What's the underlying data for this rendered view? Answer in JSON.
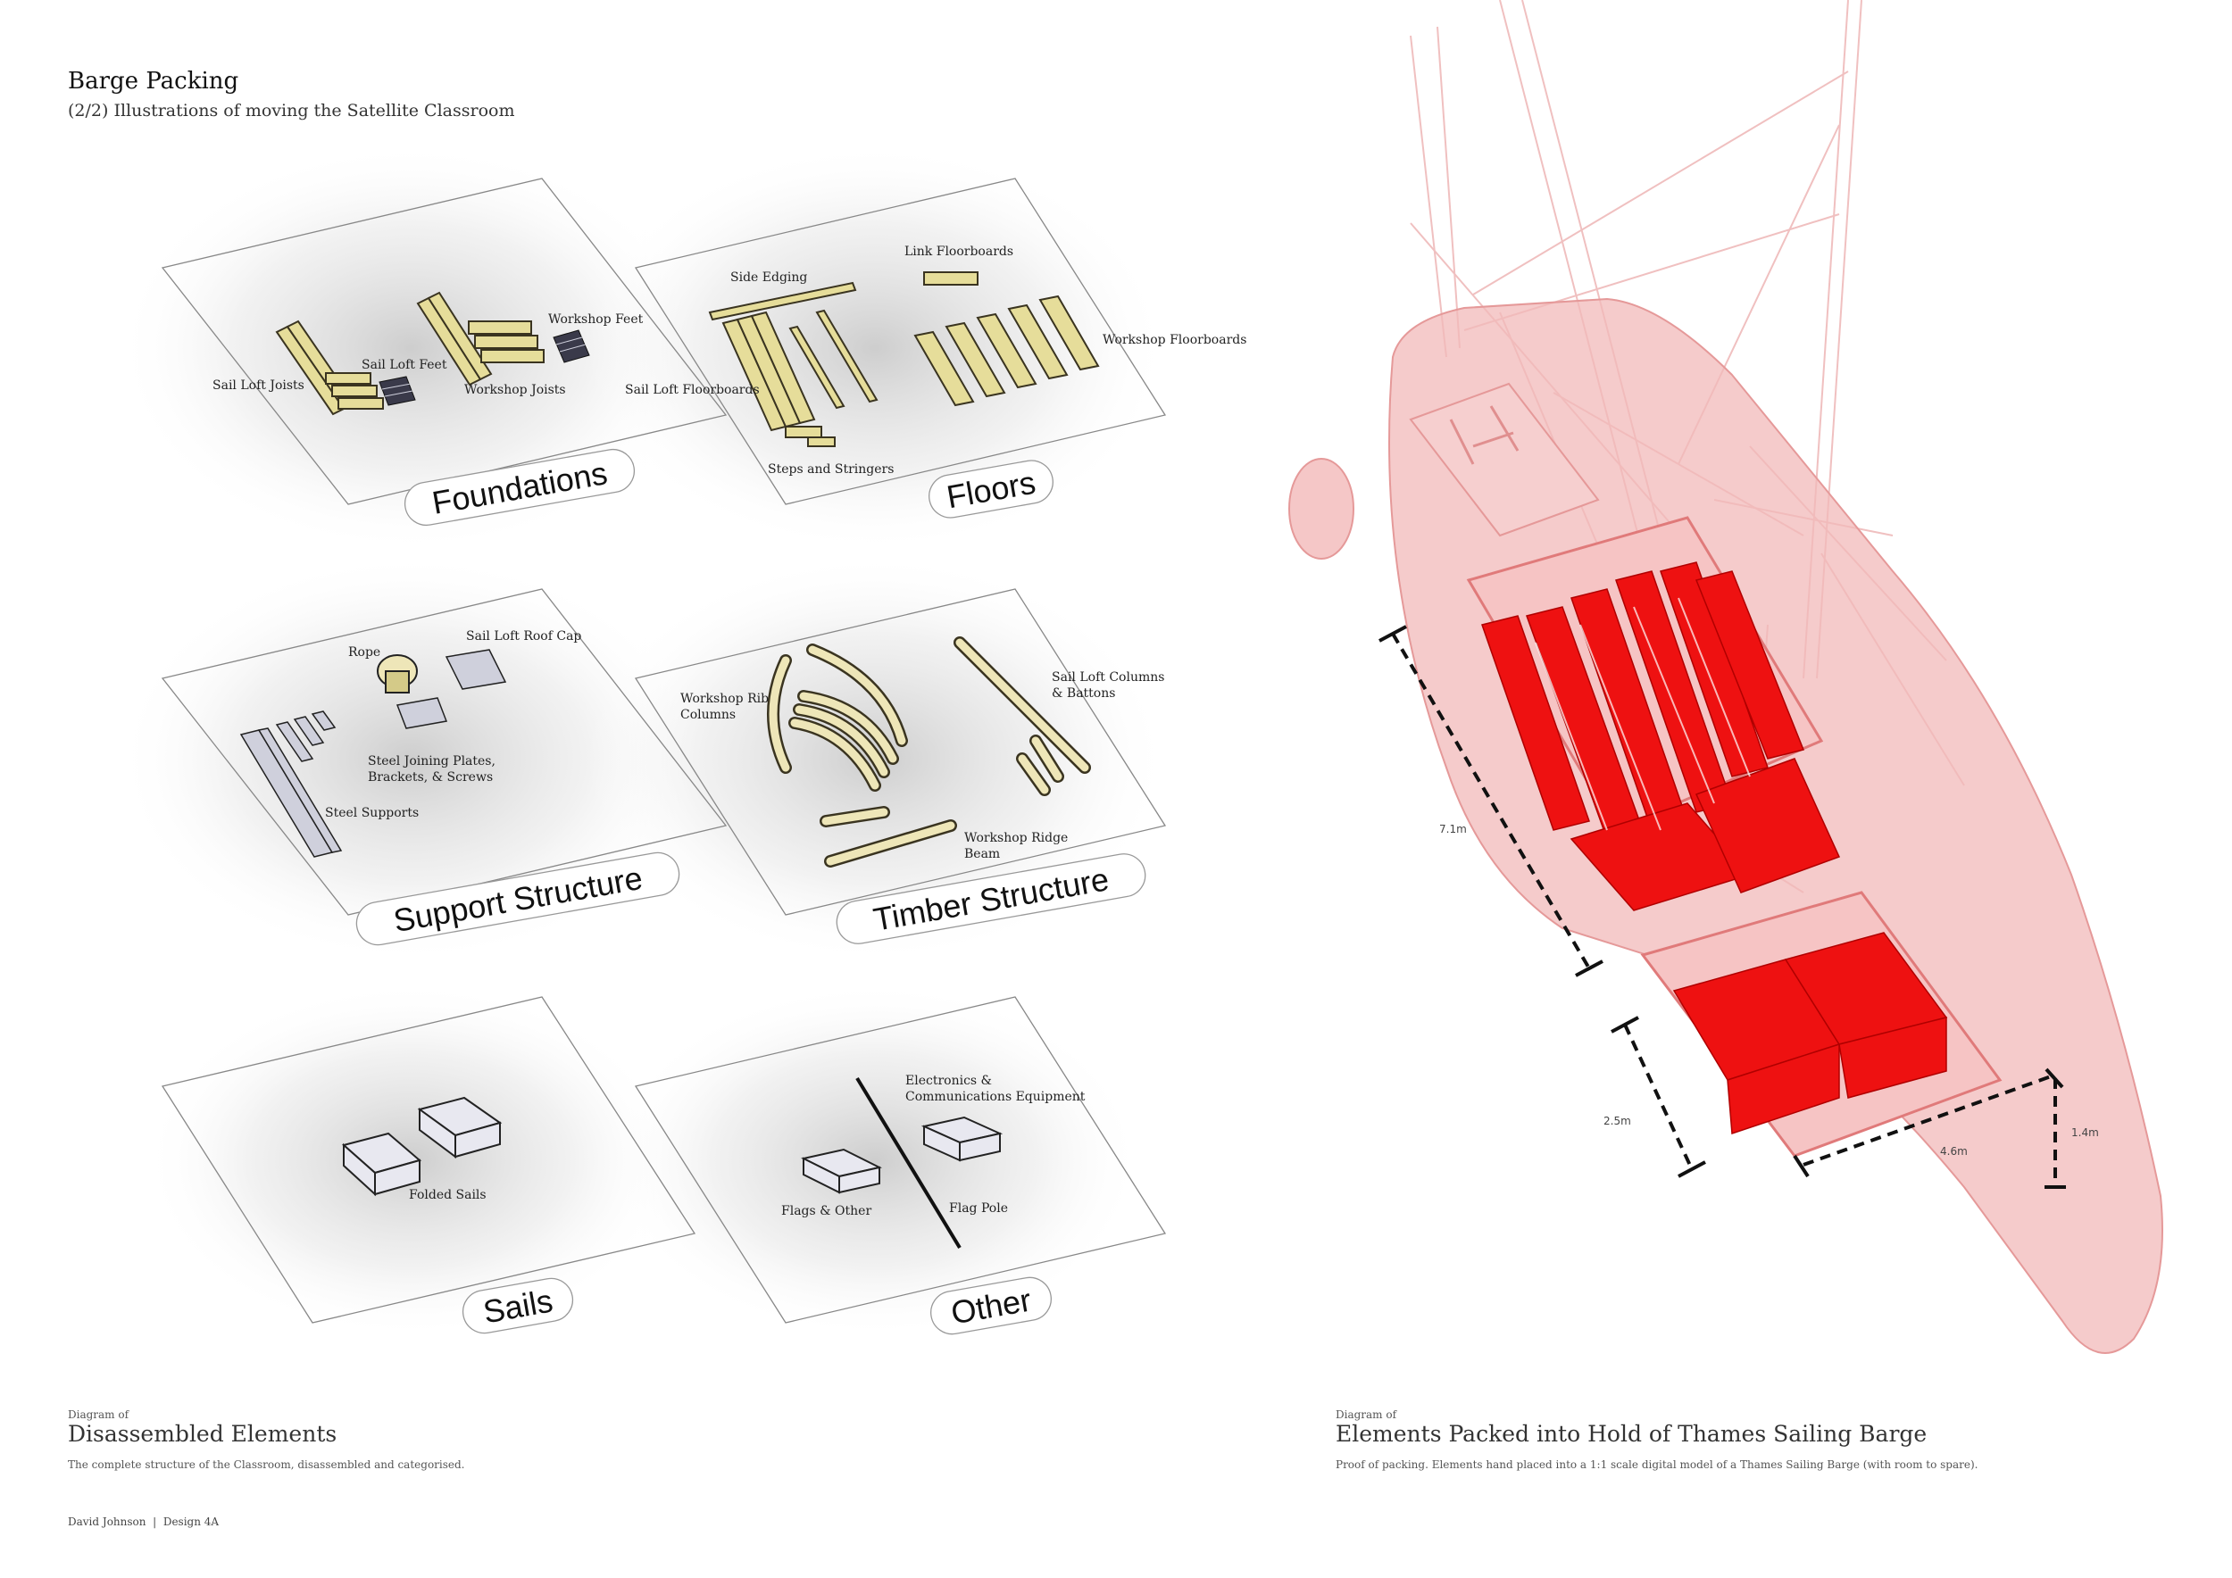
{
  "header": {
    "title": "Barge Packing",
    "subtitle": "(2/2) Illustrations of moving the Satellite Classroom"
  },
  "categories": {
    "foundations": "Foundations",
    "floors": "Floors",
    "support": "Support Structure",
    "timber": "Timber Structure",
    "sails": "Sails",
    "other": "Other"
  },
  "labels": {
    "sail_loft_joists": "Sail Loft Joists",
    "sail_loft_feet": "Sail Loft Feet",
    "workshop_joists": "Workshop Joists",
    "workshop_feet": "Workshop Feet",
    "side_edging": "Side Edging",
    "link_floorboards": "Link Floorboards",
    "workshop_floorboards": "Workshop Floorboards",
    "sail_loft_floorboards": "Sail Loft Floorboards",
    "steps_and_stringers": "Steps and Stringers",
    "rope": "Rope",
    "sail_loft_roof_cap": "Sail Loft Roof Cap",
    "steel_joining_plates": "Steel Joining Plates, Brackets, & Screws",
    "steel_supports": "Steel Supports",
    "workshop_rib_columns": "Workshop Rib Columns",
    "sail_loft_columns": "Sail Loft Columns & Battons",
    "workshop_ridge_beam": "Workshop Ridge Beam",
    "folded_sails": "Folded Sails",
    "electronics": "Electronics & Communications Equipment",
    "flags_other": "Flags & Other",
    "flag_pole": "Flag Pole"
  },
  "dimensions": {
    "length": "7.1m",
    "hold_length": "2.5m",
    "width": "4.6m",
    "depth": "1.4m"
  },
  "captions": {
    "left": {
      "small": "Diagram of",
      "big": "Disassembled Elements",
      "desc": "The complete structure of the Classroom, disassembled and categorised."
    },
    "right": {
      "small": "Diagram of",
      "big": "Elements Packed into Hold of Thames Sailing Barge",
      "desc": "Proof of packing. Elements hand placed into a 1:1 scale digital model of a Thames Sailing Barge (with room to spare)."
    }
  },
  "footer": {
    "author": "David Johnson",
    "course": "Design 4A"
  },
  "colors": {
    "timber": "#e6dd9a",
    "timber_dark": "#3a3420",
    "steel": "#cfd0dc",
    "hull": "#f2b9b9",
    "packed": "#ee1111"
  }
}
